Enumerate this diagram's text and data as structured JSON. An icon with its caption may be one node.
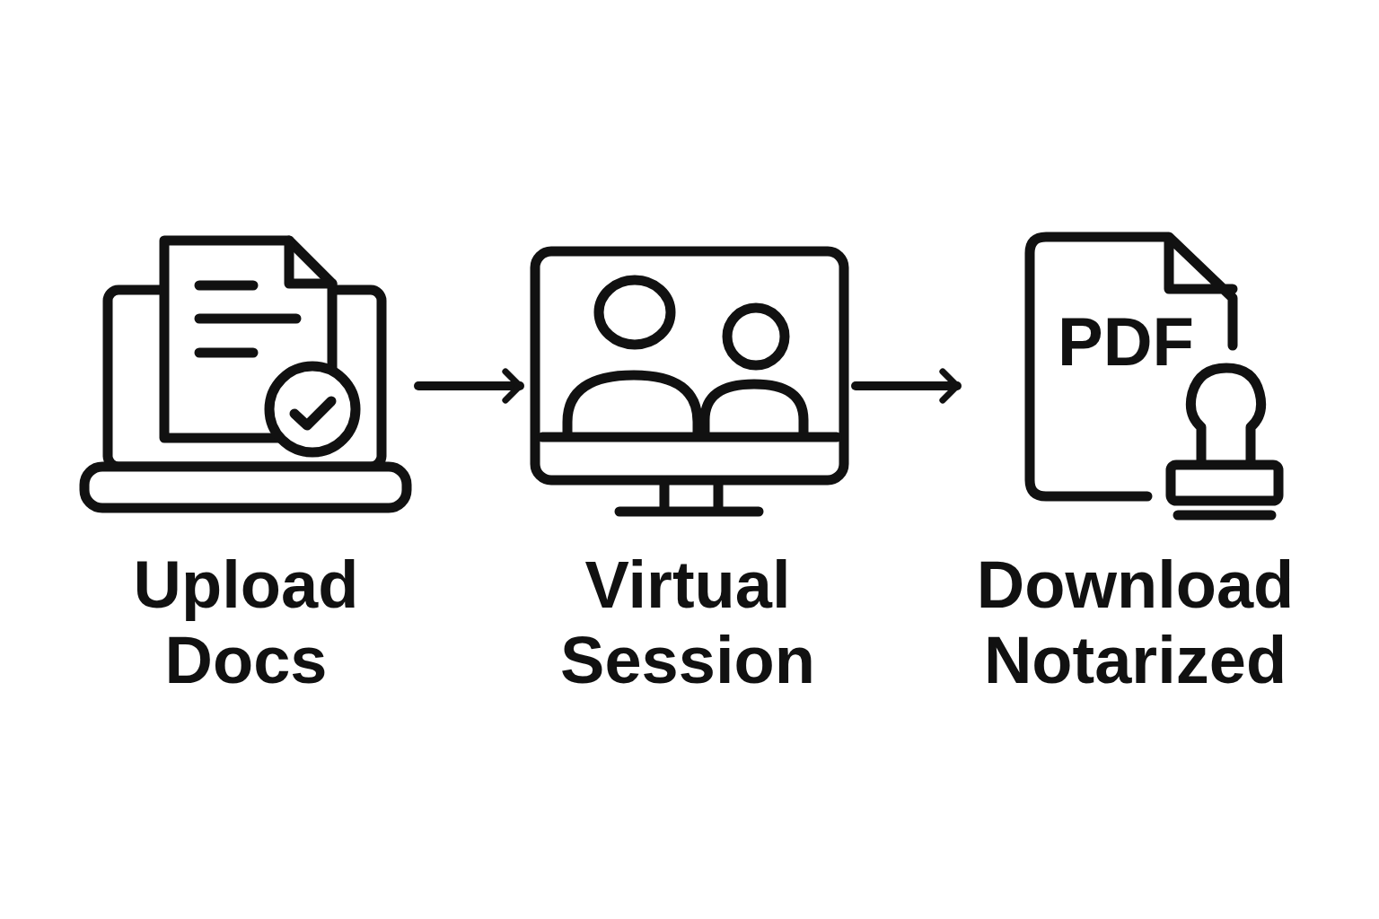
{
  "diagram": {
    "nodes": [
      {
        "text": [
          "Upload Docs"
        ]
      },
      {
        "text": [
          "Virtual Session"
        ]
      },
      {
        "text": [
          "Download Notarized"
        ]
      }
    ],
    "edges": [
      {
        "from": 0,
        "to": 1,
        "arrow": "to"
      },
      {
        "from": 1,
        "to": 2,
        "arrow": "to"
      }
    ],
    "labels": [
      "PDF"
    ]
  }
}
